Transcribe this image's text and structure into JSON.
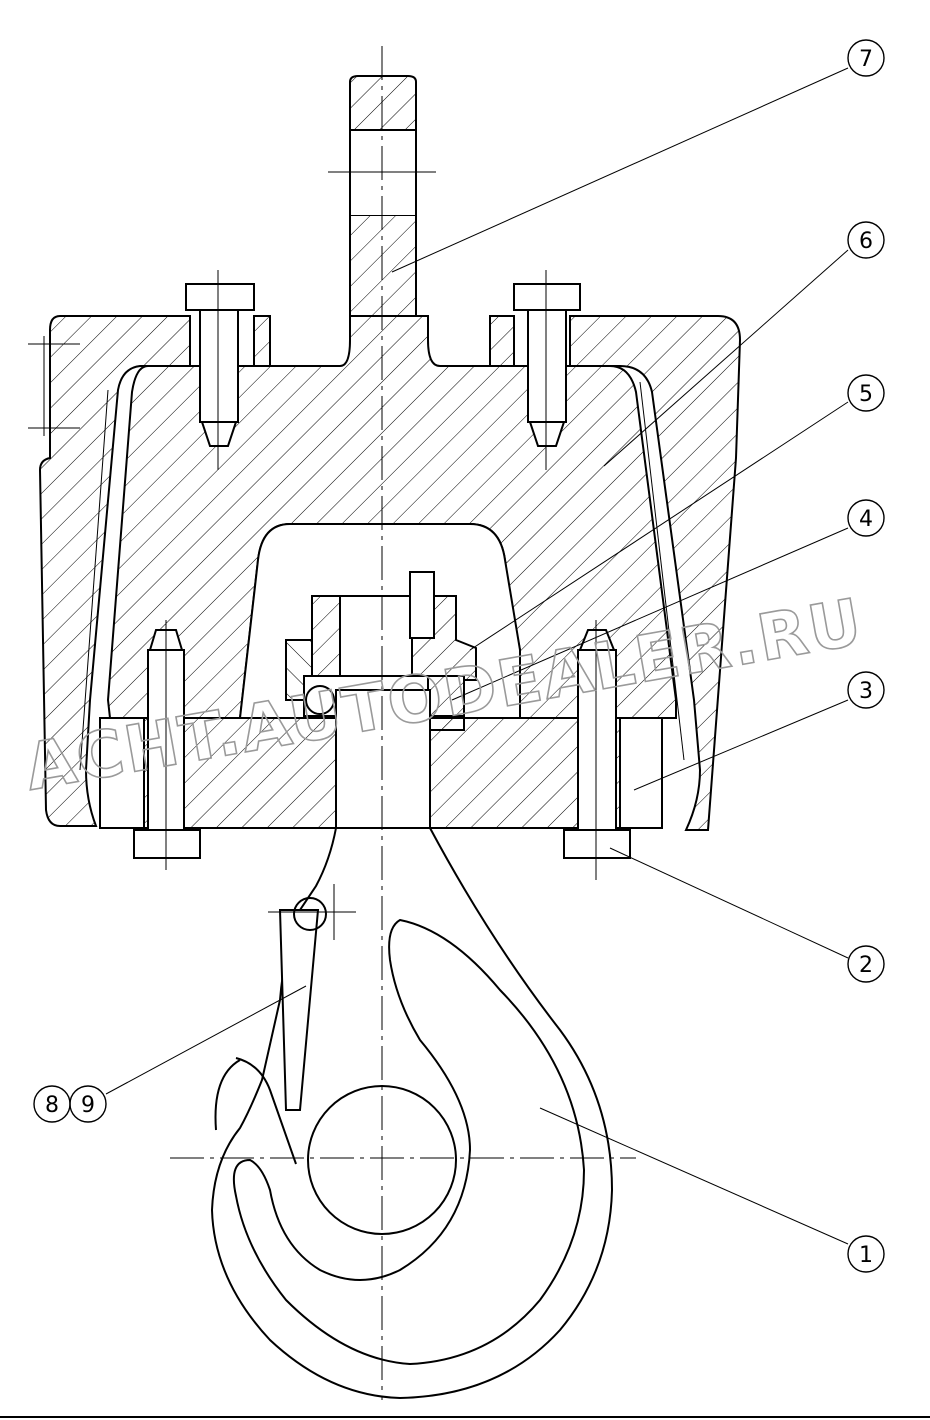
{
  "callouts": [
    {
      "id": "7",
      "label": "7"
    },
    {
      "id": "6",
      "label": "6"
    },
    {
      "id": "5",
      "label": "5"
    },
    {
      "id": "4",
      "label": "4"
    },
    {
      "id": "3",
      "label": "3"
    },
    {
      "id": "2",
      "label": "2"
    },
    {
      "id": "1",
      "label": "1"
    },
    {
      "id": "8",
      "label": "8"
    },
    {
      "id": "9",
      "label": "9"
    }
  ],
  "watermark": {
    "text": "ACHT.AUTODEALER.RU"
  },
  "colors": {
    "line": "#000000",
    "watermark": "#9a9a9a",
    "background": "#ffffff"
  }
}
